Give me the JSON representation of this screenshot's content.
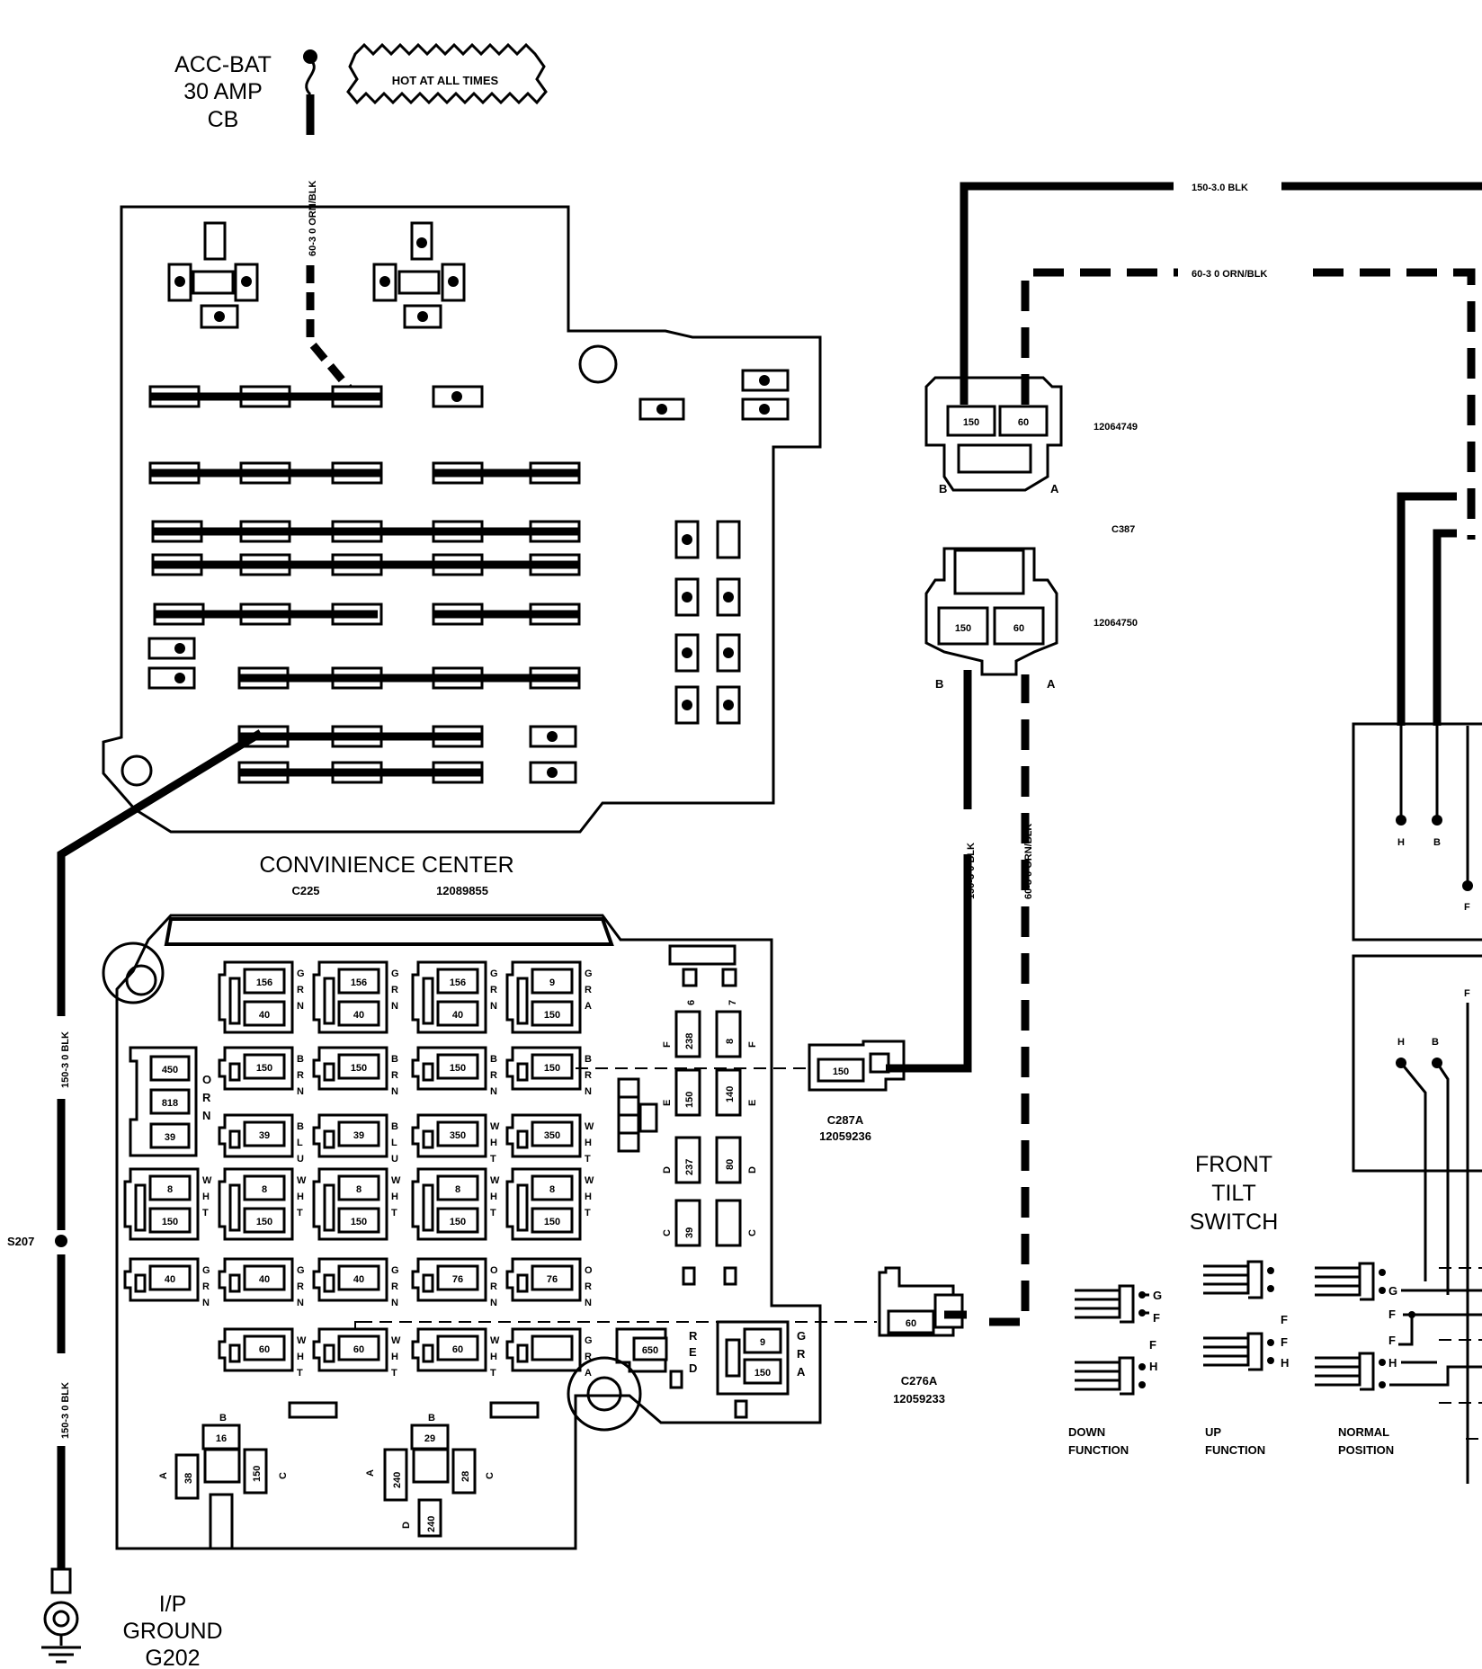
{
  "labels": {
    "acc_bat": [
      "ACC-BAT",
      "30 AMP",
      "CB"
    ],
    "hot_at_all_times": "HOT AT ALL TIMES",
    "wire_60_orn_blk": "60-3 0 ORN/BLK",
    "wire_150_blk": "150-3.0 BLK",
    "wire_150_blk_alt": "150-3 0 BLK",
    "convenience_center": "CONVINIENCE CENTER",
    "c225": "C225",
    "c225_part": "12089855",
    "connector_top_part": "12064749",
    "c387": "C387",
    "connector_bottom_part": "12064750",
    "pin_b": "B",
    "pin_a": "A",
    "pin_c": "C",
    "pin_d": "D",
    "pin_150": "150",
    "pin_60": "60",
    "c287a": "C287A",
    "c287a_part": "12059236",
    "c276a": "C276A",
    "c276a_part": "12059233",
    "s207": "S207",
    "ground": [
      "I/P",
      "GROUND",
      "G202"
    ],
    "front_tilt_switch": [
      "FRONT",
      "TILT",
      "SWITCH"
    ],
    "down_function": [
      "DOWN",
      "FUNCTION"
    ],
    "up_function": [
      "UP",
      "FUNCTION"
    ],
    "normal_position": [
      "NORMAL",
      "POSITION"
    ],
    "pin_h": "H",
    "pin_g": "G",
    "pin_f": "F",
    "pin_e": "E"
  },
  "relay_grid": [
    [
      {
        "top": "156",
        "bottom": "40",
        "color": [
          "G",
          "R",
          "N"
        ]
      },
      {
        "top": "156",
        "bottom": "40",
        "color": [
          "G",
          "R",
          "N"
        ]
      },
      {
        "top": "156",
        "bottom": "40",
        "color": [
          "G",
          "R",
          "N"
        ]
      },
      {
        "top": "9",
        "bottom": "150",
        "color": [
          "G",
          "R",
          "A"
        ]
      }
    ],
    [
      {
        "top": "150",
        "bottom": "",
        "color": [
          "B",
          "R",
          "N"
        ]
      },
      {
        "top": "150",
        "bottom": "",
        "color": [
          "B",
          "R",
          "N"
        ]
      },
      {
        "top": "150",
        "bottom": "",
        "color": [
          "B",
          "R",
          "N"
        ]
      },
      {
        "top": "150",
        "bottom": "",
        "color": [
          "B",
          "R",
          "N"
        ]
      }
    ],
    [
      {
        "top": "39",
        "bottom": "",
        "color": [
          "B",
          "L",
          "U"
        ]
      },
      {
        "top": "39",
        "bottom": "",
        "color": [
          "B",
          "L",
          "U"
        ]
      },
      {
        "top": "350",
        "bottom": "",
        "color": [
          "W",
          "H",
          "T"
        ]
      },
      {
        "top": "350",
        "bottom": "",
        "color": [
          "W",
          "H",
          "T"
        ]
      }
    ],
    [
      {
        "top": "8",
        "bottom": "150",
        "color": [
          "W",
          "H",
          "T"
        ]
      },
      {
        "top": "8",
        "bottom": "150",
        "color": [
          "W",
          "H",
          "T"
        ]
      },
      {
        "top": "8",
        "bottom": "150",
        "color": [
          "W",
          "H",
          "T"
        ]
      },
      {
        "top": "8",
        "bottom": "150",
        "color": [
          "W",
          "H",
          "T"
        ]
      },
      {
        "top": "8",
        "bottom": "150",
        "color": [
          "W",
          "H",
          "T"
        ]
      }
    ],
    [
      {
        "top": "40",
        "bottom": "",
        "color": [
          "G",
          "R",
          "N"
        ]
      },
      {
        "top": "40",
        "bottom": "",
        "color": [
          "G",
          "R",
          "N"
        ]
      },
      {
        "top": "40",
        "bottom": "",
        "color": [
          "G",
          "R",
          "N"
        ]
      },
      {
        "top": "76",
        "bottom": "",
        "color": [
          "O",
          "R",
          "N"
        ]
      },
      {
        "top": "76",
        "bottom": "",
        "color": [
          "O",
          "R",
          "N"
        ]
      }
    ],
    [
      {
        "top": "60",
        "bottom": "",
        "color": [
          "W",
          "H",
          "T"
        ]
      },
      {
        "top": "60",
        "bottom": "",
        "color": [
          "W",
          "H",
          "T"
        ]
      },
      {
        "top": "60",
        "bottom": "",
        "color": [
          "W",
          "H",
          "T"
        ]
      },
      {
        "top": "",
        "bottom": "",
        "color": [
          "G",
          "R",
          "A"
        ]
      }
    ]
  ],
  "orn_block": {
    "values": [
      "450",
      "818",
      "39"
    ],
    "color": [
      "O",
      "R",
      "N"
    ]
  },
  "right_column": {
    "top_nums": [
      "6",
      "7"
    ],
    "rows": [
      {
        "left": "238",
        "right": "8",
        "letter": "F"
      },
      {
        "left": "150",
        "right": "140",
        "letter": "E"
      },
      {
        "left": "237",
        "right": "80",
        "letter": "D"
      },
      {
        "left": "39",
        "right": "",
        "letter": "C"
      }
    ]
  },
  "red_block": {
    "value": "650",
    "color": [
      "R",
      "E",
      "D"
    ]
  },
  "gra_block": {
    "top": "9",
    "bottom": "150",
    "color": [
      "G",
      "R",
      "A"
    ]
  },
  "bottom_plug_left": {
    "b": "16",
    "a": "38",
    "c": "150"
  },
  "bottom_plug_right": {
    "b": "29",
    "a": "240",
    "c": "28",
    "d": "240"
  }
}
